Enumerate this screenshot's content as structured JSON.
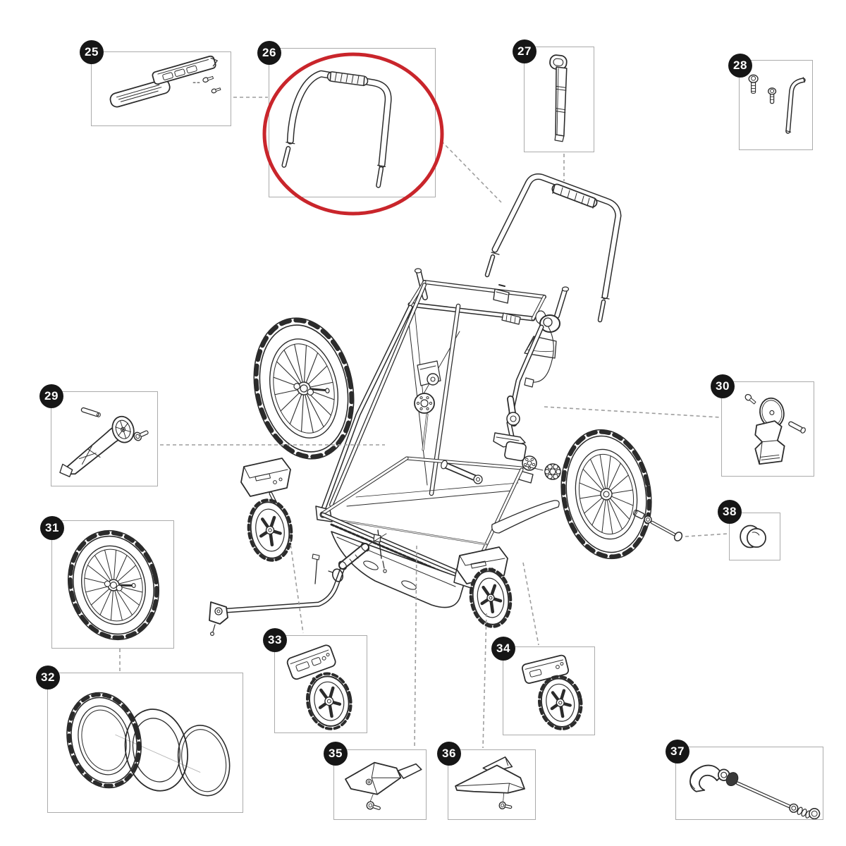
{
  "diagram": {
    "colors": {
      "highlight_red": "#c9252b",
      "badge_bg": "#161616",
      "badge_text": "#ffffff",
      "box_border": "#ababab",
      "line_art": "#2b2b2b",
      "connector": "#9e9e9e"
    },
    "center_figure": "bike-trailer-frame-exploded-view",
    "callouts": [
      {
        "number": "25",
        "part_icon": "handlebar-grip-pads-icon",
        "highlighted": false
      },
      {
        "number": "26",
        "part_icon": "handlebar-icon",
        "highlighted": true
      },
      {
        "number": "27",
        "part_icon": "strap-icon",
        "highlighted": false
      },
      {
        "number": "28",
        "part_icon": "screws-hex-key-icon",
        "highlighted": false
      },
      {
        "number": "29",
        "part_icon": "brake-lever-arm-icon",
        "highlighted": false
      },
      {
        "number": "30",
        "part_icon": "mount-bracket-icon",
        "highlighted": false
      },
      {
        "number": "31",
        "part_icon": "spoke-wheel-icon",
        "highlighted": false
      },
      {
        "number": "32",
        "part_icon": "tire-tube-rim-tape-icon",
        "highlighted": false
      },
      {
        "number": "33",
        "part_icon": "caster-wheel-assembly-icon",
        "highlighted": false
      },
      {
        "number": "34",
        "part_icon": "caster-wheel-assembly-icon",
        "highlighted": false
      },
      {
        "number": "35",
        "part_icon": "axle-receiver-icon",
        "highlighted": false
      },
      {
        "number": "36",
        "part_icon": "skid-plate-icon",
        "highlighted": false
      },
      {
        "number": "37",
        "part_icon": "quick-release-skewer-icon",
        "highlighted": false
      },
      {
        "number": "38",
        "part_icon": "hub-cap-icon",
        "highlighted": false
      }
    ]
  }
}
